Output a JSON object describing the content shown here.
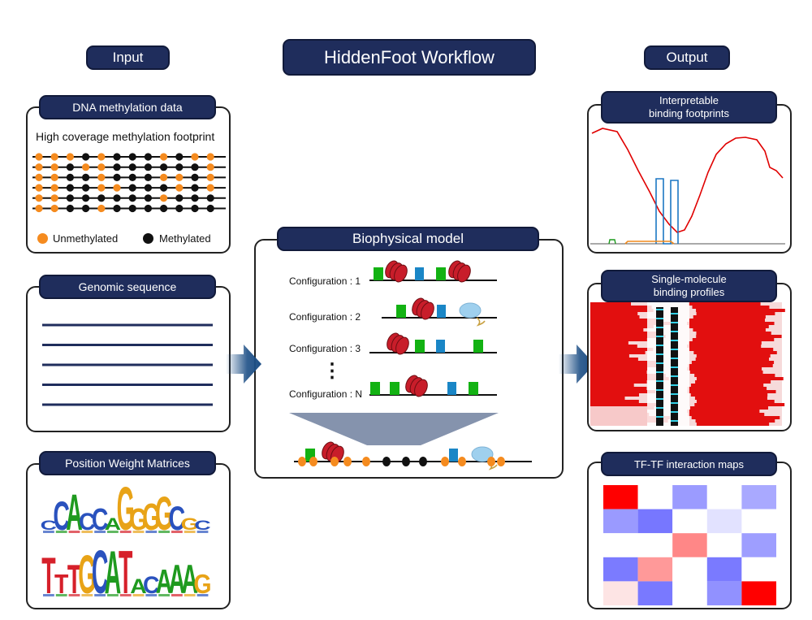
{
  "header": {
    "title": "HiddenFoot Workflow",
    "input_label": "Input",
    "output_label": "Output"
  },
  "methylation": {
    "title": "DNA methylation data",
    "subtitle": "High coverage methylation footprint",
    "legend_unmethylated": "Unmethylated",
    "legend_methylated": "Methylated",
    "rows": [
      "UUUBUBBBUBUU",
      "UUBUUBBBBBBU",
      "UUBBUBBBUUBU",
      "UUBBUUBBBUBU",
      "UUBBBBBBUBBB",
      "UUBBUBBBBBBB"
    ]
  },
  "genomic": {
    "title": "Genomic sequence",
    "line_count": 5
  },
  "pwm": {
    "title": "Position Weight Matrices",
    "motif1": [
      "C",
      "C",
      "A",
      "C",
      "C",
      "A",
      "G",
      "G",
      "G",
      "G",
      "C",
      "G",
      "C"
    ],
    "motif2": [
      "T",
      "T",
      "T",
      "G",
      "C",
      "A",
      "T",
      "A",
      "C",
      "A",
      "A",
      "A",
      "G"
    ]
  },
  "model": {
    "title": "Biophysical model",
    "configurations": [
      "Configuration : 1",
      "Configuration : 2",
      "Configuration : 3",
      "Configuration : N"
    ],
    "ellipsis": "⋮"
  },
  "outputs": {
    "footprints_title": "Interpretable binding footprints",
    "footprints_title_lines": [
      "Interpretable",
      "binding footprints"
    ],
    "single_molecule_title_lines": [
      "Single-molecule",
      "binding profiles"
    ],
    "tftf_title": "TF-TF interaction maps",
    "heatmap": [
      [
        "#ff0000",
        "#ffffff",
        "#9b9bff",
        "#ffffff",
        "#a9a9ff"
      ],
      [
        "#9a9aff",
        "#7777ff",
        "#ffffff",
        "#e2e2ff",
        "#ffffff"
      ],
      [
        "#ffffff",
        "#ffffff",
        "#ff8787",
        "#ffffff",
        "#9e9eff"
      ],
      [
        "#7b7bff",
        "#ff9999",
        "#ffffff",
        "#7a7aff",
        "#ffffff"
      ],
      [
        "#fde4e4",
        "#7979ff",
        "#ffffff",
        "#9191ff",
        "#ff0000"
      ]
    ]
  },
  "colors": {
    "navy": "#1f2d5c",
    "orange": "#f58b1f",
    "black": "#111111",
    "tf_green": "#13b213",
    "tf_blue": "#1a86c6",
    "nucleosome": "#c81d2a",
    "pol": "#9fd0ee",
    "arrow": "#1d4f86"
  }
}
